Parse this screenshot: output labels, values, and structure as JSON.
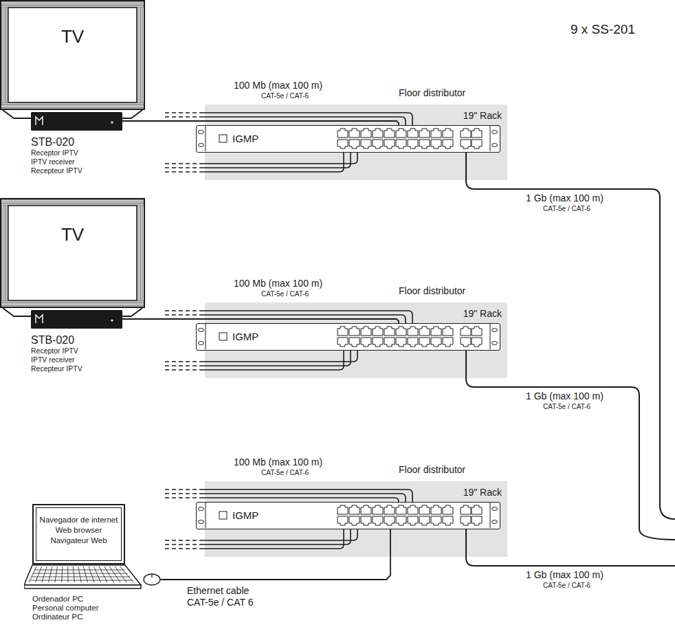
{
  "diagram": {
    "nodes": [
      {
        "text": [
          "TV"
        ]
      },
      {
        "text": [
          "STB-020",
          "Receptor IPTV",
          "IPTV receiver",
          "Recepteur IPTV"
        ]
      },
      {
        "text": [
          "Floor distributor",
          "19\" Rack"
        ]
      },
      {
        "text": [
          "IGMP"
        ],
        "in": 2
      },
      {
        "text": [
          "TV"
        ]
      },
      {
        "text": [
          "STB-020",
          "Receptor IPTV",
          "IPTV receiver",
          "Recepteur IPTV"
        ]
      },
      {
        "text": [
          "Floor distributor",
          "19\" Rack"
        ]
      },
      {
        "text": [
          "IGMP"
        ],
        "in": 6
      },
      {
        "text": [
          "Floor distributor",
          "19\" Rack"
        ]
      },
      {
        "text": [
          "IGMP"
        ],
        "in": 8
      },
      {
        "text": [
          "Navegador de internet",
          "Web browser",
          "Navigateur Web",
          "Ordenador PC",
          "Personal computer",
          "Ordinateur PC"
        ]
      }
    ],
    "edges": [
      {
        "from": 1,
        "to": 3,
        "arrow": "none"
      },
      {
        "from": 5,
        "to": 7,
        "arrow": "none"
      },
      {
        "from": 10,
        "to": 9,
        "arrow": "none"
      }
    ],
    "labels": [
      "9 x SS-201",
      "100 Mb (max 100 m)",
      "CAT-5e / CAT-6",
      "1 Gb (max 100 m)",
      "CAT-5e / CAT-6",
      "100 Mb (max 100 m)",
      "CAT-5e / CAT-6",
      "1 Gb (max 100 m)",
      "CAT-5e / CAT-6",
      "100 Mb (max 100 m)",
      "CAT-5e / CAT-6",
      "Ethernet cable",
      "CAT-5e / CAT 6",
      "1 Gb (max 100 m)",
      "CAT-5e / CAT-6"
    ]
  }
}
